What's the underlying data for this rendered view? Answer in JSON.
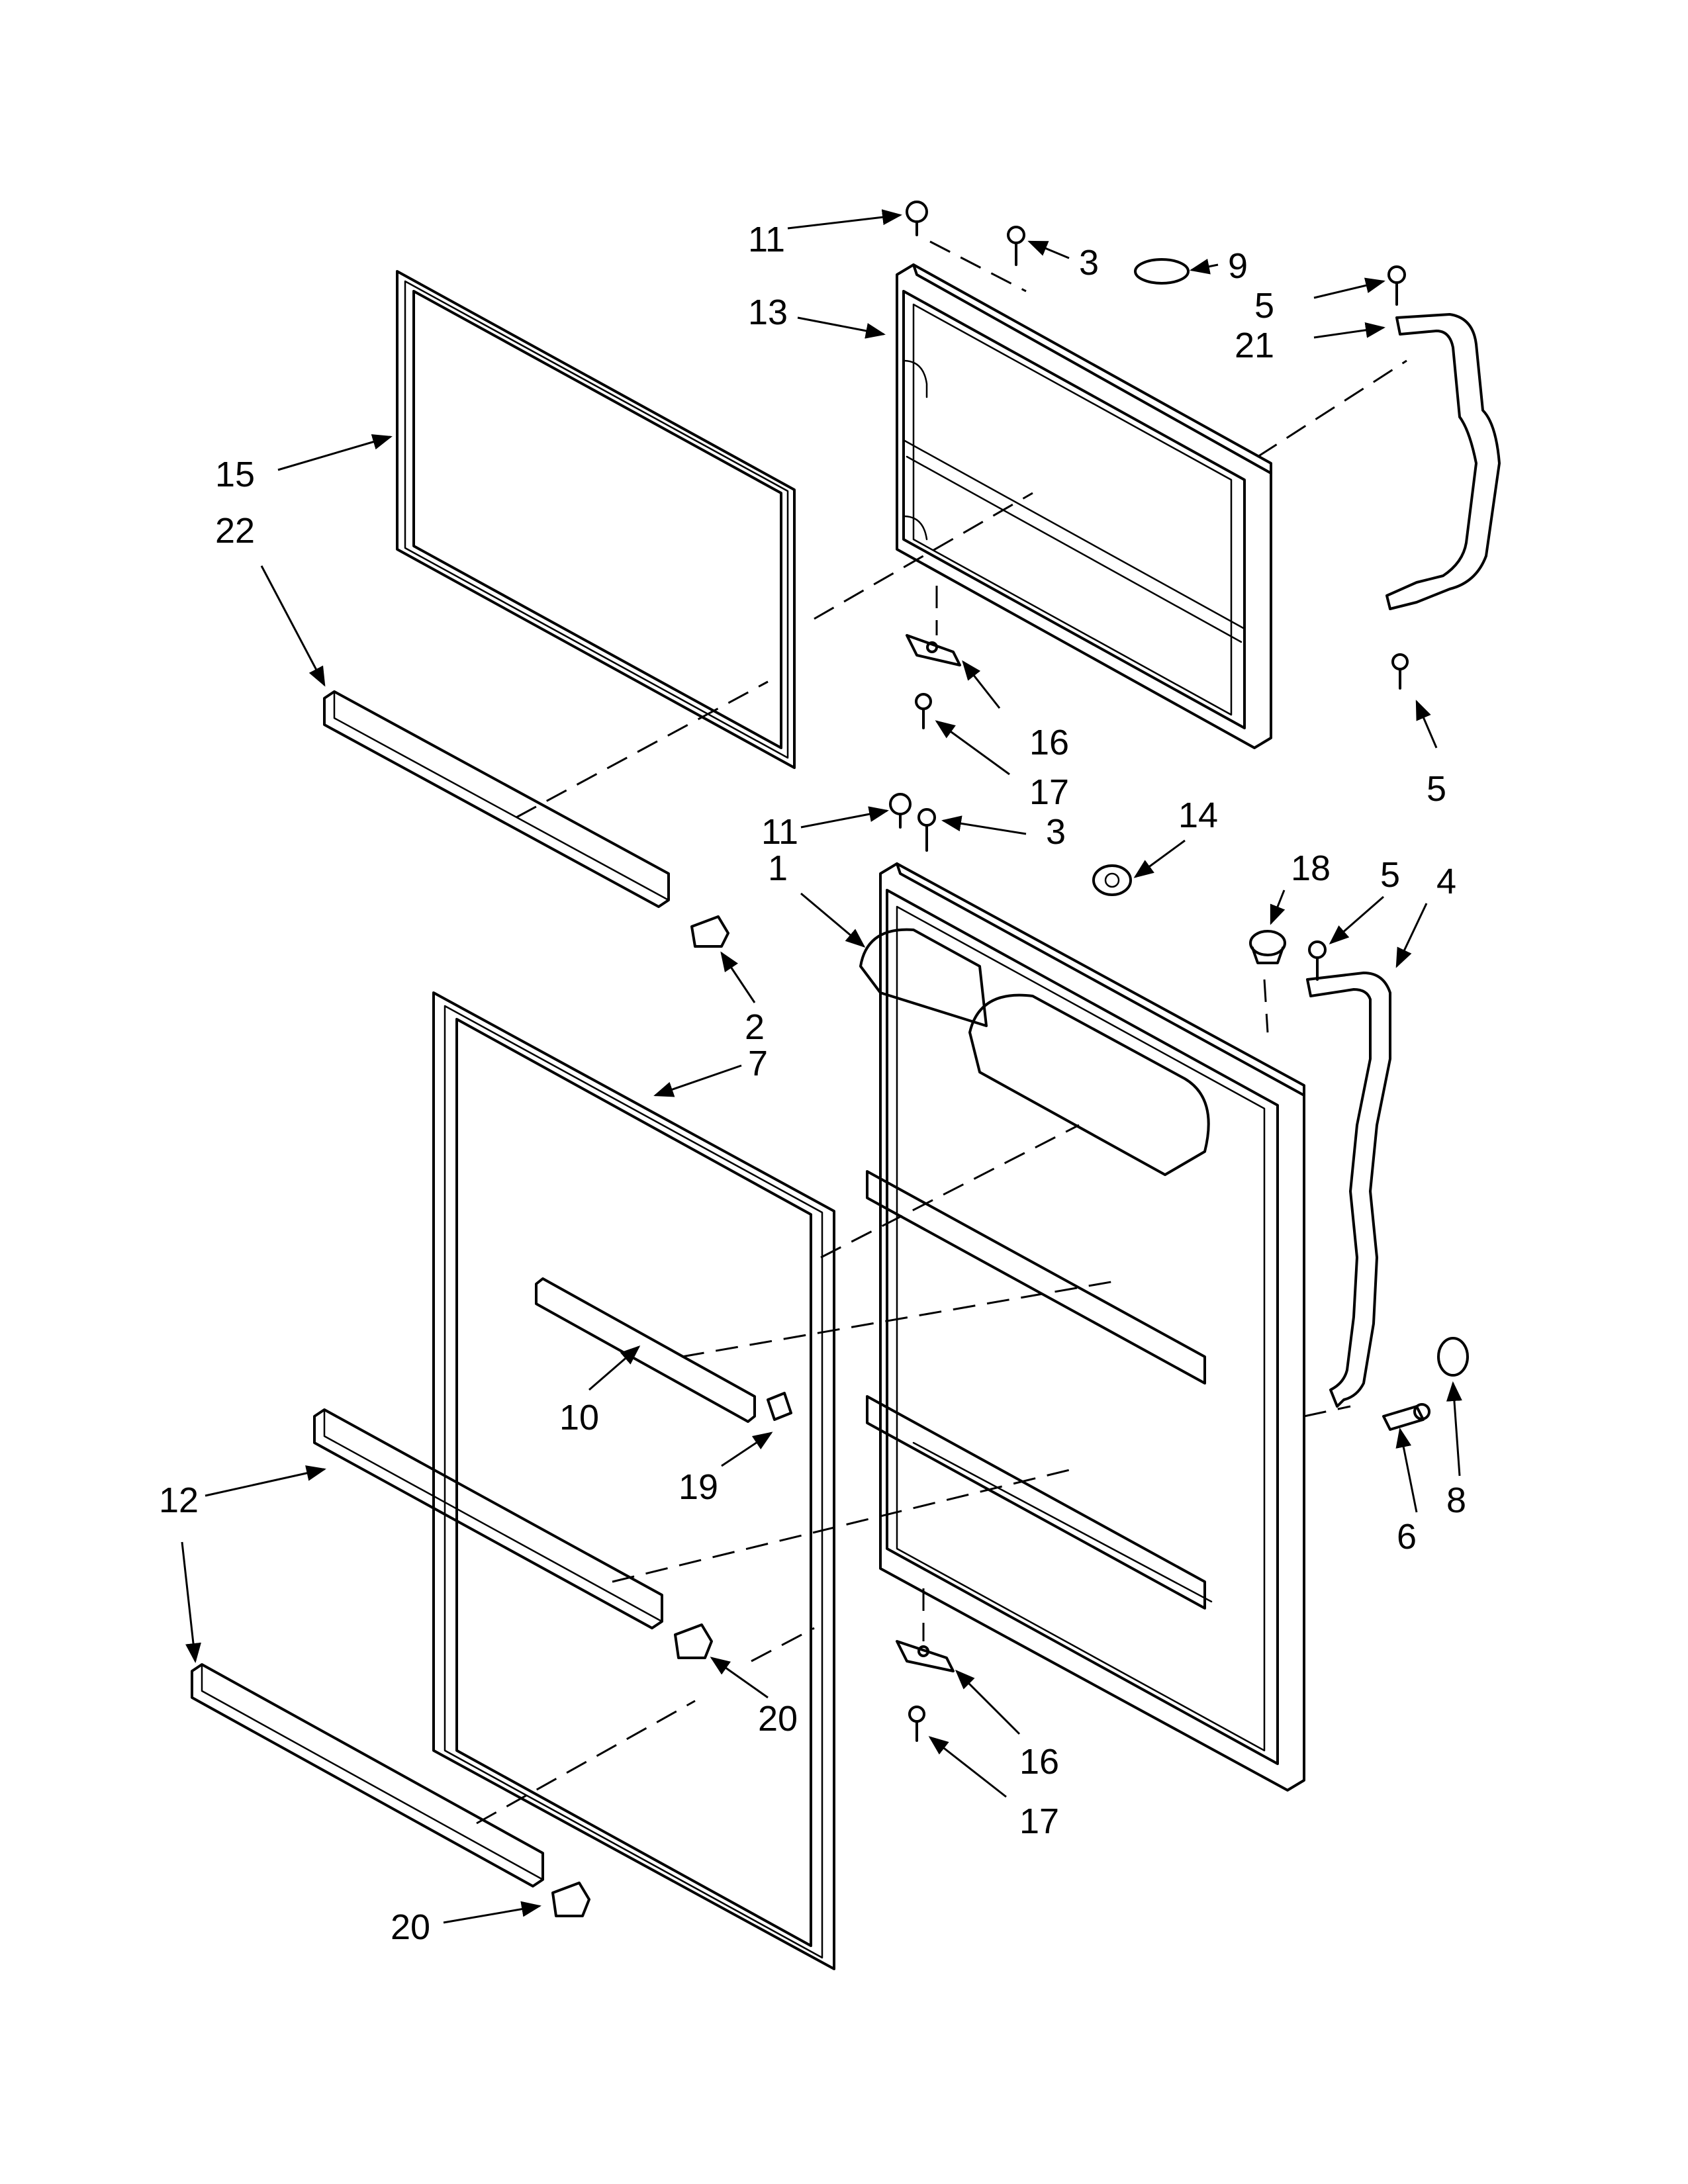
{
  "callouts": [
    {
      "id": "c11a",
      "label": "11"
    },
    {
      "id": "c3a",
      "label": "3"
    },
    {
      "id": "c9",
      "label": "9"
    },
    {
      "id": "c5a",
      "label": "5"
    },
    {
      "id": "c21",
      "label": "21"
    },
    {
      "id": "c13",
      "label": "13"
    },
    {
      "id": "c15",
      "label": "15"
    },
    {
      "id": "c22",
      "label": "22"
    },
    {
      "id": "c16a",
      "label": "16"
    },
    {
      "id": "c17a",
      "label": "17"
    },
    {
      "id": "c5b",
      "label": "5"
    },
    {
      "id": "c11b",
      "label": "11"
    },
    {
      "id": "c3b",
      "label": "3"
    },
    {
      "id": "c14",
      "label": "14"
    },
    {
      "id": "c1",
      "label": "1"
    },
    {
      "id": "c18",
      "label": "18"
    },
    {
      "id": "c5c",
      "label": "5"
    },
    {
      "id": "c4",
      "label": "4"
    },
    {
      "id": "c2",
      "label": "2"
    },
    {
      "id": "c7",
      "label": "7"
    },
    {
      "id": "c10",
      "label": "10"
    },
    {
      "id": "c19",
      "label": "19"
    },
    {
      "id": "c12",
      "label": "12"
    },
    {
      "id": "c6",
      "label": "6"
    },
    {
      "id": "c8",
      "label": "8"
    },
    {
      "id": "c20a",
      "label": "20"
    },
    {
      "id": "c16b",
      "label": "16"
    },
    {
      "id": "c17b",
      "label": "17"
    },
    {
      "id": "c20b",
      "label": "20"
    }
  ]
}
